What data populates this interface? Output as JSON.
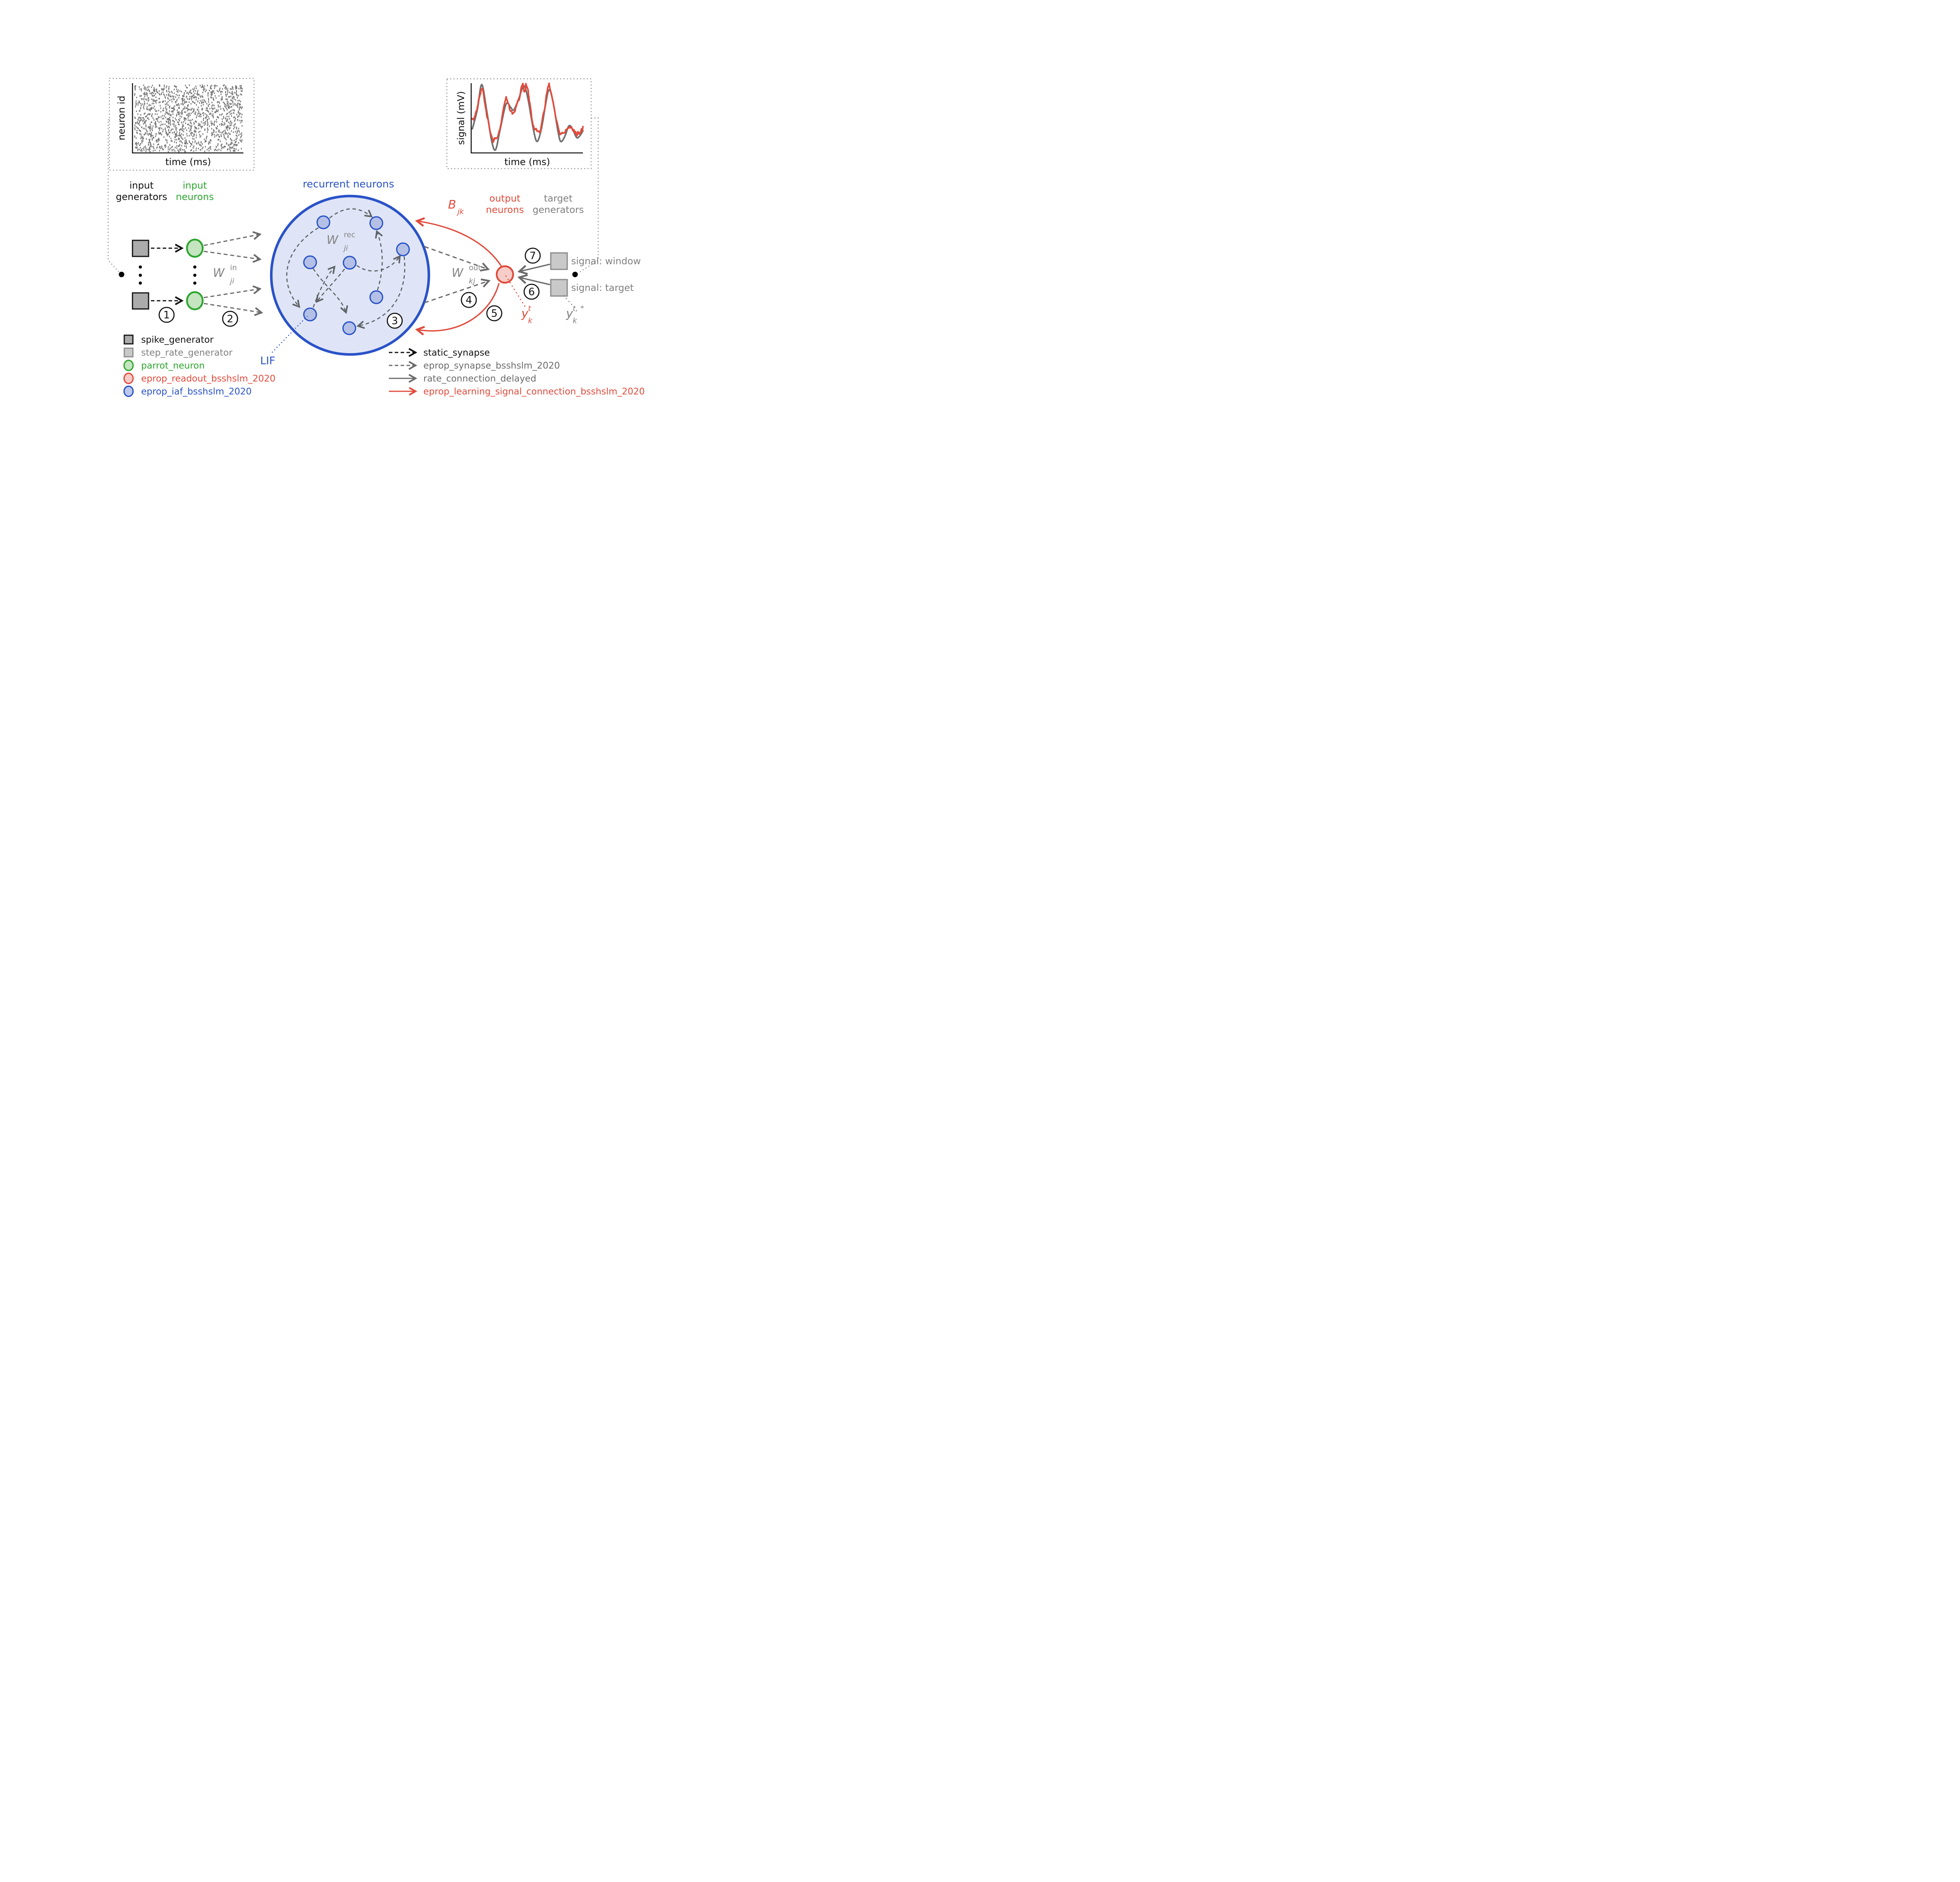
{
  "colors": {
    "blue": "#2a52c8",
    "blue_fill": "#dfe5f6",
    "blue_node": "#b4c0e6",
    "green": "#2ca62e",
    "green_fill": "#c5e4c0",
    "red": "#e04b3c",
    "red_fill": "#f6cdc8",
    "gray": "#808080",
    "gray_dark": "#6b6b6b",
    "black": "#111111"
  },
  "plots": {
    "raster": {
      "ylabel": "neuron id",
      "xlabel": "time (ms)"
    },
    "signal": {
      "ylabel": "signal (mV)",
      "xlabel": "time (ms)"
    }
  },
  "groups": {
    "input_generators": [
      "input",
      "generators"
    ],
    "input_neurons": [
      "input",
      "neurons"
    ],
    "recurrent_neurons": "recurrent neurons",
    "output_neurons": [
      "output",
      "neurons"
    ],
    "target_generators": [
      "target",
      "generators"
    ]
  },
  "math": {
    "w_in": {
      "base": "W",
      "sub": "ji",
      "sup": "in"
    },
    "w_rec": {
      "base": "W",
      "sub": "ji",
      "sup": "rec"
    },
    "w_out": {
      "base": "W",
      "sub": "kj",
      "sup": "out"
    },
    "b_jk": {
      "base": "B",
      "sub": "jk"
    },
    "y_readout": {
      "base": "y",
      "sub": "k",
      "sup": "t"
    },
    "y_target": {
      "base": "y",
      "sub": "k",
      "sup": "t, *"
    },
    "lif": "LIF"
  },
  "steps": [
    "1",
    "2",
    "3",
    "4",
    "5",
    "6",
    "7"
  ],
  "signal_labels": {
    "window": "signal: window",
    "target": "signal: target"
  },
  "legend_nodes": [
    {
      "label": "spike_generator",
      "shape": "square",
      "fill": "#ababab",
      "stroke": "#111111",
      "text_color": "#111111"
    },
    {
      "label": "step_rate_generator",
      "shape": "square",
      "fill": "#c9c9c9",
      "stroke": "#8e8e8e",
      "text_color": "#808080"
    },
    {
      "label": "parrot_neuron",
      "shape": "circle",
      "fill": "#c5e4c0",
      "stroke": "#2ca62e",
      "text_color": "#2ca62e"
    },
    {
      "label": "eprop_readout_bsshslm_2020",
      "shape": "circle",
      "fill": "#f6cdc8",
      "stroke": "#e04b3c",
      "text_color": "#e04b3c"
    },
    {
      "label": "eprop_iaf_bsshslm_2020",
      "shape": "circle",
      "fill": "#bcc8ec",
      "stroke": "#2a52c8",
      "text_color": "#2a52c8"
    }
  ],
  "legend_connections": [
    {
      "label": "static_synapse",
      "style": "dashed",
      "color": "#111111"
    },
    {
      "label": "eprop_synapse_bsshslm_2020",
      "style": "dashed",
      "color": "#6b6b6b"
    },
    {
      "label": "rate_connection_delayed",
      "style": "solid",
      "color": "#6b6b6b"
    },
    {
      "label": "eprop_learning_signal_connection_bsshslm_2020",
      "style": "solid",
      "color": "#e04b3c"
    }
  ],
  "chart_data": [
    {
      "id": "raster",
      "type": "scatter",
      "xlabel": "time (ms)",
      "ylabel": "neuron id",
      "description": "dense random spike raster of input neurons",
      "n_points": 1500,
      "seed": 11,
      "dot_color": "#787878",
      "x_range": [
        0,
        1
      ],
      "y_range": [
        0,
        1
      ]
    },
    {
      "id": "signal",
      "type": "line",
      "xlabel": "time (ms)",
      "ylabel": "signal (mV)",
      "legend_position": "none",
      "grid": false,
      "series": [
        {
          "name": "target signal",
          "color": "#6f6f6f",
          "noise_amplitude": 0,
          "points": [
            [
              0.0,
              0.34
            ],
            [
              0.045,
              0.62
            ],
            [
              0.085,
              0.985
            ],
            [
              0.13,
              0.6
            ],
            [
              0.175,
              0.16
            ],
            [
              0.21,
              0.035
            ],
            [
              0.25,
              0.32
            ],
            [
              0.305,
              0.7
            ],
            [
              0.345,
              0.655
            ],
            [
              0.375,
              0.615
            ],
            [
              0.42,
              0.78
            ],
            [
              0.465,
              0.965
            ],
            [
              0.5,
              0.8
            ],
            [
              0.55,
              0.35
            ],
            [
              0.585,
              0.155
            ],
            [
              0.625,
              0.345
            ],
            [
              0.665,
              0.72
            ],
            [
              0.695,
              0.91
            ],
            [
              0.73,
              0.73
            ],
            [
              0.775,
              0.3
            ],
            [
              0.8,
              0.155
            ],
            [
              0.835,
              0.225
            ],
            [
              0.875,
              0.385
            ],
            [
              0.91,
              0.32
            ],
            [
              0.945,
              0.21
            ],
            [
              0.975,
              0.245
            ],
            [
              1.0,
              0.31
            ]
          ]
        },
        {
          "name": "readout signal",
          "color": "#e04b3c",
          "noise_amplitude": 0.022,
          "noise_seed": 5,
          "points": [
            [
              0.0,
              0.46
            ],
            [
              0.04,
              0.6
            ],
            [
              0.085,
              0.92
            ],
            [
              0.13,
              0.57
            ],
            [
              0.175,
              0.22
            ],
            [
              0.21,
              0.175
            ],
            [
              0.25,
              0.34
            ],
            [
              0.3,
              0.77
            ],
            [
              0.34,
              0.64
            ],
            [
              0.375,
              0.56
            ],
            [
              0.42,
              0.76
            ],
            [
              0.45,
              1.0
            ],
            [
              0.475,
              0.87
            ],
            [
              0.49,
              0.995
            ],
            [
              0.515,
              0.77
            ],
            [
              0.55,
              0.4
            ],
            [
              0.585,
              0.315
            ],
            [
              0.625,
              0.38
            ],
            [
              0.66,
              0.74
            ],
            [
              0.69,
              0.955
            ],
            [
              0.725,
              0.78
            ],
            [
              0.775,
              0.35
            ],
            [
              0.8,
              0.29
            ],
            [
              0.835,
              0.3
            ],
            [
              0.875,
              0.375
            ],
            [
              0.91,
              0.345
            ],
            [
              0.94,
              0.26
            ],
            [
              0.97,
              0.285
            ],
            [
              1.0,
              0.345
            ]
          ]
        }
      ]
    }
  ]
}
